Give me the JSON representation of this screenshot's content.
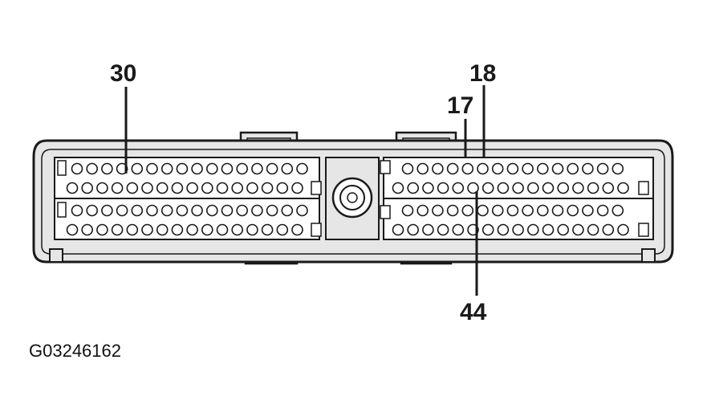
{
  "diagram": {
    "figure_id": "G03246162",
    "callouts": [
      {
        "id": "pin-30",
        "label": "30"
      },
      {
        "id": "pin-18",
        "label": "18"
      },
      {
        "id": "pin-17",
        "label": "17"
      },
      {
        "id": "pin-44",
        "label": "44"
      }
    ],
    "colors": {
      "stroke": "#1a1a1a",
      "housing": "#e6e6e6",
      "pin": "#ffffff",
      "background": "#ffffff"
    }
  }
}
